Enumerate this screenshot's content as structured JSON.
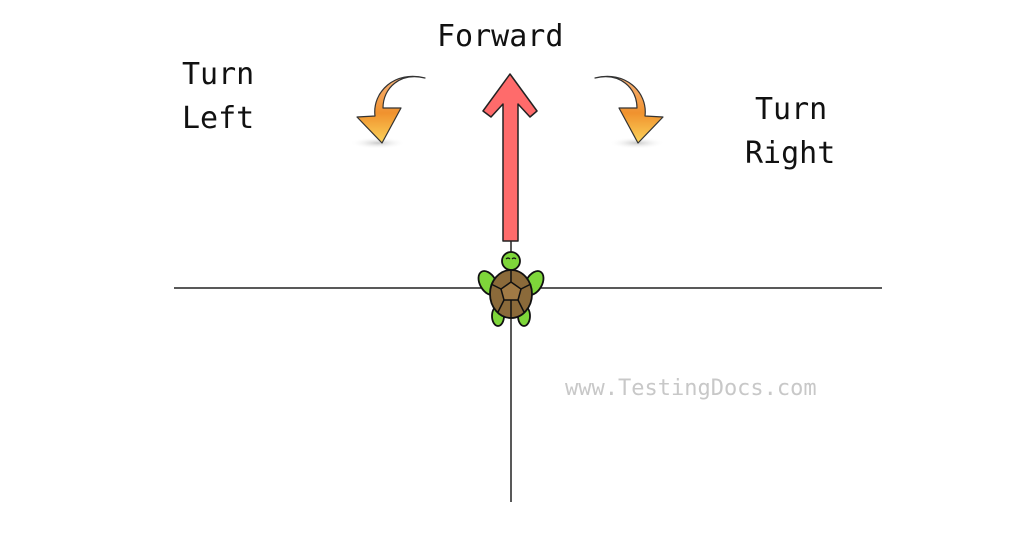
{
  "labels": {
    "forward": "Forward",
    "turn_left": [
      "Turn",
      "Left"
    ],
    "turn_right": [
      "Turn",
      "Right"
    ]
  },
  "watermark": "www.TestingDocs.com",
  "colors": {
    "forward_arrow": "#ff6b6b",
    "turn_arrows": "#f5a040",
    "turtle_body": "#7ed63a",
    "turtle_shell": "#8b6a3a",
    "watermark": "#c8c8c8"
  }
}
